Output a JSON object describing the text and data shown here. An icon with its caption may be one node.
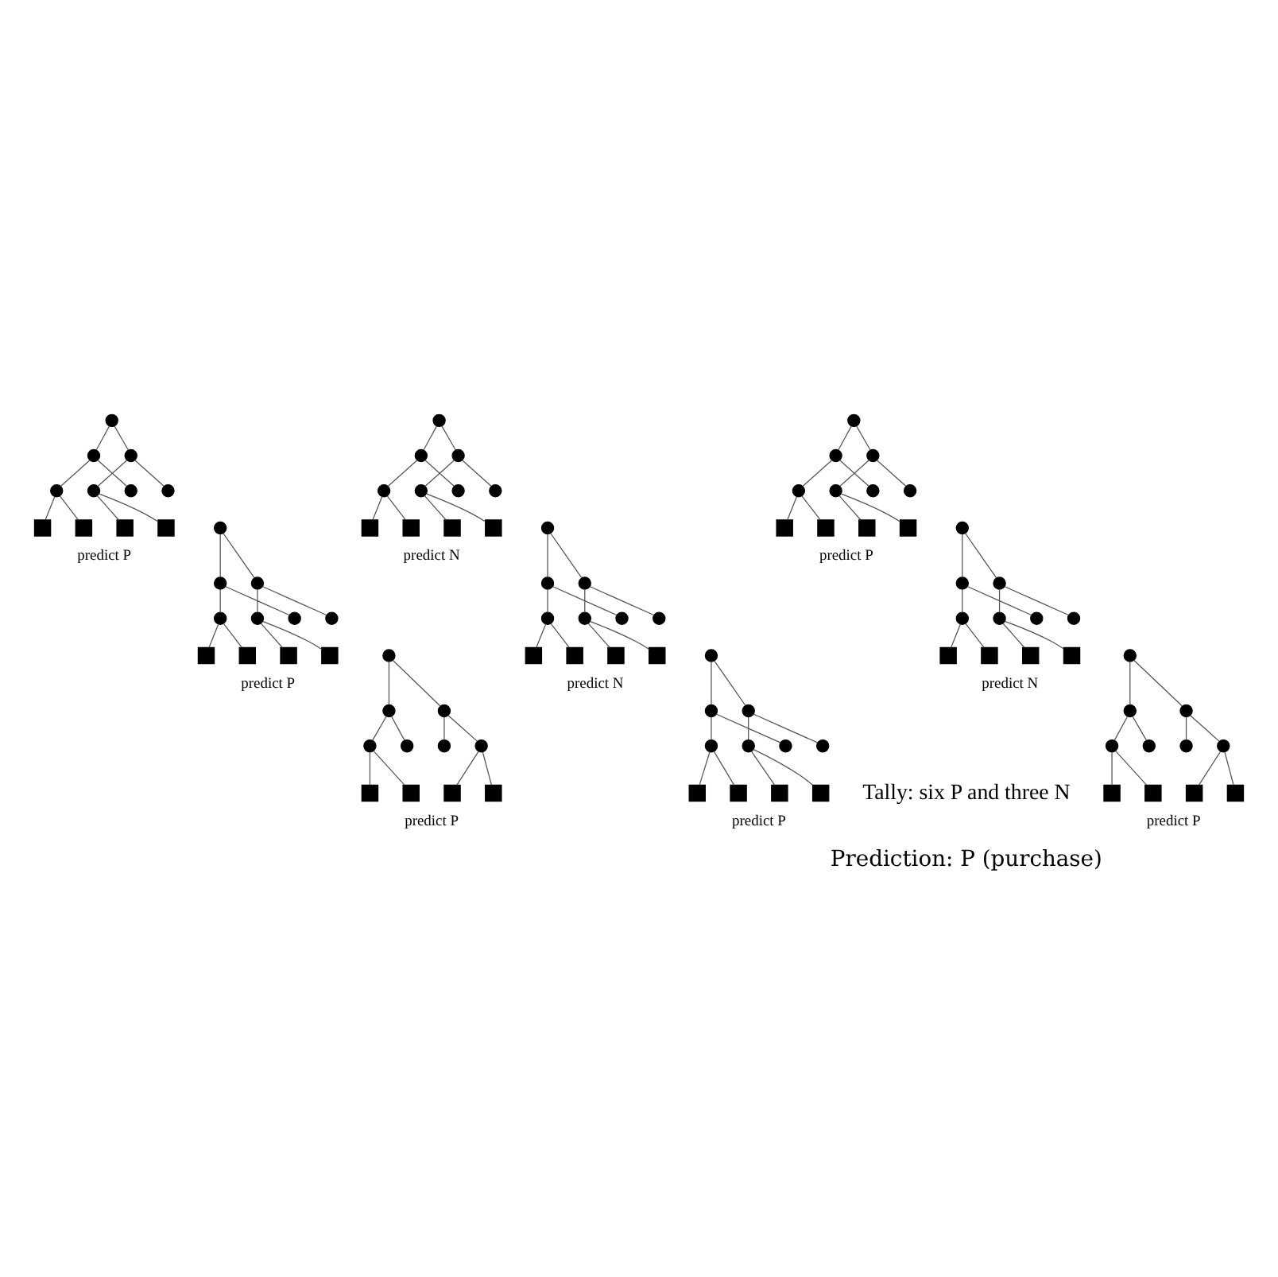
{
  "diagram": {
    "nodes": [
      {
        "text": [],
        "shape": "circle"
      },
      {
        "text": [],
        "shape": "circle"
      },
      {
        "text": [],
        "shape": "circle"
      },
      {
        "text": [],
        "shape": "circle"
      },
      {
        "text": [],
        "shape": "circle"
      },
      {
        "text": [],
        "shape": "circle"
      },
      {
        "text": [],
        "shape": "circle"
      },
      {
        "text": [],
        "shape": "box"
      },
      {
        "text": [],
        "shape": "box"
      },
      {
        "text": [],
        "shape": "box"
      },
      {
        "text": [],
        "shape": "box"
      },
      {
        "text": [],
        "shape": "circle"
      },
      {
        "text": [],
        "shape": "circle"
      },
      {
        "text": [],
        "shape": "circle"
      },
      {
        "text": [],
        "shape": "circle"
      },
      {
        "text": [],
        "shape": "circle"
      },
      {
        "text": [],
        "shape": "circle"
      },
      {
        "text": [],
        "shape": "circle"
      },
      {
        "text": [],
        "shape": "box"
      },
      {
        "text": [],
        "shape": "box"
      },
      {
        "text": [],
        "shape": "box"
      },
      {
        "text": [],
        "shape": "box"
      },
      {
        "text": [],
        "shape": "circle"
      },
      {
        "text": [],
        "shape": "circle"
      },
      {
        "text": [],
        "shape": "circle"
      },
      {
        "text": [],
        "shape": "circle"
      },
      {
        "text": [],
        "shape": "circle"
      },
      {
        "text": [],
        "shape": "circle"
      },
      {
        "text": [],
        "shape": "circle"
      },
      {
        "text": [],
        "shape": "box"
      },
      {
        "text": [],
        "shape": "box"
      },
      {
        "text": [],
        "shape": "box"
      },
      {
        "text": [],
        "shape": "box"
      },
      {
        "text": [],
        "shape": "circle"
      },
      {
        "text": [],
        "shape": "circle"
      },
      {
        "text": [],
        "shape": "circle"
      },
      {
        "text": [],
        "shape": "circle"
      },
      {
        "text": [],
        "shape": "circle"
      },
      {
        "text": [],
        "shape": "circle"
      },
      {
        "text": [],
        "shape": "circle"
      },
      {
        "text": [],
        "shape": "box"
      },
      {
        "text": [],
        "shape": "box"
      },
      {
        "text": [],
        "shape": "box"
      },
      {
        "text": [],
        "shape": "box"
      },
      {
        "text": [],
        "shape": "circle"
      },
      {
        "text": [],
        "shape": "circle"
      },
      {
        "text": [],
        "shape": "circle"
      },
      {
        "text": [],
        "shape": "circle"
      },
      {
        "text": [],
        "shape": "circle"
      },
      {
        "text": [],
        "shape": "circle"
      },
      {
        "text": [],
        "shape": "circle"
      },
      {
        "text": [],
        "shape": "box"
      },
      {
        "text": [],
        "shape": "box"
      },
      {
        "text": [],
        "shape": "box"
      },
      {
        "text": [],
        "shape": "box"
      },
      {
        "text": [],
        "shape": "circle"
      },
      {
        "text": [],
        "shape": "circle"
      },
      {
        "text": [],
        "shape": "circle"
      },
      {
        "text": [],
        "shape": "circle"
      },
      {
        "text": [],
        "shape": "circle"
      },
      {
        "text": [],
        "shape": "circle"
      },
      {
        "text": [],
        "shape": "circle"
      },
      {
        "text": [],
        "shape": "box"
      },
      {
        "text": [],
        "shape": "box"
      },
      {
        "text": [],
        "shape": "box"
      },
      {
        "text": [],
        "shape": "box"
      },
      {
        "text": [],
        "shape": "circle"
      },
      {
        "text": [],
        "shape": "circle"
      },
      {
        "text": [],
        "shape": "circle"
      },
      {
        "text": [],
        "shape": "circle"
      },
      {
        "text": [],
        "shape": "circle"
      },
      {
        "text": [],
        "shape": "circle"
      },
      {
        "text": [],
        "shape": "circle"
      },
      {
        "text": [],
        "shape": "box"
      },
      {
        "text": [],
        "shape": "box"
      },
      {
        "text": [],
        "shape": "box"
      },
      {
        "text": [],
        "shape": "box"
      },
      {
        "text": [],
        "shape": "circle"
      },
      {
        "text": [],
        "shape": "circle"
      },
      {
        "text": [],
        "shape": "circle"
      },
      {
        "text": [],
        "shape": "circle"
      },
      {
        "text": [],
        "shape": "circle"
      },
      {
        "text": [],
        "shape": "circle"
      },
      {
        "text": [],
        "shape": "circle"
      },
      {
        "text": [],
        "shape": "box"
      },
      {
        "text": [],
        "shape": "box"
      },
      {
        "text": [],
        "shape": "box"
      },
      {
        "text": [],
        "shape": "box"
      },
      {
        "text": [],
        "shape": "circle"
      },
      {
        "text": [],
        "shape": "circle"
      },
      {
        "text": [],
        "shape": "circle"
      },
      {
        "text": [],
        "shape": "circle"
      },
      {
        "text": [],
        "shape": "circle"
      },
      {
        "text": [],
        "shape": "circle"
      },
      {
        "text": [],
        "shape": "circle"
      },
      {
        "text": [],
        "shape": "box"
      },
      {
        "text": [],
        "shape": "box"
      },
      {
        "text": [],
        "shape": "box"
      },
      {
        "text": [],
        "shape": "box"
      }
    ],
    "edges": [
      {
        "from": 0,
        "to": 1,
        "arrow": "none"
      },
      {
        "from": 0,
        "to": 2,
        "arrow": "none"
      },
      {
        "from": 1,
        "to": 3,
        "arrow": "none"
      },
      {
        "from": 1,
        "to": 4,
        "arrow": "none"
      },
      {
        "from": 2,
        "to": 5,
        "arrow": "none"
      },
      {
        "from": 2,
        "to": 6,
        "arrow": "none"
      },
      {
        "from": 3,
        "to": 7,
        "arrow": "none"
      },
      {
        "from": 3,
        "to": 8,
        "arrow": "none"
      },
      {
        "from": 6,
        "to": 9,
        "arrow": "none"
      },
      {
        "from": 6,
        "to": 10,
        "arrow": "none"
      },
      {
        "from": 11,
        "to": 12,
        "arrow": "none"
      },
      {
        "from": 11,
        "to": 13,
        "arrow": "none"
      },
      {
        "from": 12,
        "to": 14,
        "arrow": "none"
      },
      {
        "from": 12,
        "to": 15,
        "arrow": "none"
      },
      {
        "from": 13,
        "to": 16,
        "arrow": "none"
      },
      {
        "from": 13,
        "to": 17,
        "arrow": "none"
      },
      {
        "from": 14,
        "to": 18,
        "arrow": "none"
      },
      {
        "from": 14,
        "to": 19,
        "arrow": "none"
      },
      {
        "from": 17,
        "to": 20,
        "arrow": "none"
      },
      {
        "from": 17,
        "to": 21,
        "arrow": "none"
      },
      {
        "from": 22,
        "to": 23,
        "arrow": "none"
      },
      {
        "from": 22,
        "to": 24,
        "arrow": "none"
      },
      {
        "from": 23,
        "to": 25,
        "arrow": "none"
      },
      {
        "from": 23,
        "to": 26,
        "arrow": "none"
      },
      {
        "from": 24,
        "to": 27,
        "arrow": "none"
      },
      {
        "from": 24,
        "to": 28,
        "arrow": "none"
      },
      {
        "from": 25,
        "to": 29,
        "arrow": "none"
      },
      {
        "from": 25,
        "to": 30,
        "arrow": "none"
      },
      {
        "from": 28,
        "to": 31,
        "arrow": "none"
      },
      {
        "from": 28,
        "to": 32,
        "arrow": "none"
      },
      {
        "from": 33,
        "to": 34,
        "arrow": "none"
      },
      {
        "from": 33,
        "to": 35,
        "arrow": "none"
      },
      {
        "from": 34,
        "to": 36,
        "arrow": "none"
      },
      {
        "from": 34,
        "to": 37,
        "arrow": "none"
      },
      {
        "from": 35,
        "to": 38,
        "arrow": "none"
      },
      {
        "from": 35,
        "to": 39,
        "arrow": "none"
      },
      {
        "from": 36,
        "to": 40,
        "arrow": "none"
      },
      {
        "from": 36,
        "to": 41,
        "arrow": "none"
      },
      {
        "from": 39,
        "to": 42,
        "arrow": "none"
      },
      {
        "from": 39,
        "to": 43,
        "arrow": "none"
      },
      {
        "from": 44,
        "to": 45,
        "arrow": "none"
      },
      {
        "from": 44,
        "to": 46,
        "arrow": "none"
      },
      {
        "from": 45,
        "to": 47,
        "arrow": "none"
      },
      {
        "from": 45,
        "to": 48,
        "arrow": "none"
      },
      {
        "from": 46,
        "to": 49,
        "arrow": "none"
      },
      {
        "from": 46,
        "to": 50,
        "arrow": "none"
      },
      {
        "from": 47,
        "to": 51,
        "arrow": "none"
      },
      {
        "from": 47,
        "to": 52,
        "arrow": "none"
      },
      {
        "from": 50,
        "to": 53,
        "arrow": "none"
      },
      {
        "from": 50,
        "to": 54,
        "arrow": "none"
      },
      {
        "from": 55,
        "to": 56,
        "arrow": "none"
      },
      {
        "from": 55,
        "to": 57,
        "arrow": "none"
      },
      {
        "from": 56,
        "to": 58,
        "arrow": "none"
      },
      {
        "from": 56,
        "to": 59,
        "arrow": "none"
      },
      {
        "from": 57,
        "to": 60,
        "arrow": "none"
      },
      {
        "from": 57,
        "to": 61,
        "arrow": "none"
      },
      {
        "from": 58,
        "to": 62,
        "arrow": "none"
      },
      {
        "from": 58,
        "to": 63,
        "arrow": "none"
      },
      {
        "from": 61,
        "to": 64,
        "arrow": "none"
      },
      {
        "from": 61,
        "to": 65,
        "arrow": "none"
      },
      {
        "from": 66,
        "to": 67,
        "arrow": "none"
      },
      {
        "from": 66,
        "to": 68,
        "arrow": "none"
      },
      {
        "from": 67,
        "to": 69,
        "arrow": "none"
      },
      {
        "from": 67,
        "to": 70,
        "arrow": "none"
      },
      {
        "from": 68,
        "to": 71,
        "arrow": "none"
      },
      {
        "from": 68,
        "to": 72,
        "arrow": "none"
      },
      {
        "from": 69,
        "to": 73,
        "arrow": "none"
      },
      {
        "from": 69,
        "to": 74,
        "arrow": "none"
      },
      {
        "from": 72,
        "to": 75,
        "arrow": "none"
      },
      {
        "from": 72,
        "to": 76,
        "arrow": "none"
      },
      {
        "from": 77,
        "to": 78,
        "arrow": "none"
      },
      {
        "from": 77,
        "to": 79,
        "arrow": "none"
      },
      {
        "from": 78,
        "to": 80,
        "arrow": "none"
      },
      {
        "from": 78,
        "to": 81,
        "arrow": "none"
      },
      {
        "from": 79,
        "to": 82,
        "arrow": "none"
      },
      {
        "from": 79,
        "to": 83,
        "arrow": "none"
      },
      {
        "from": 80,
        "to": 84,
        "arrow": "none"
      },
      {
        "from": 80,
        "to": 85,
        "arrow": "none"
      },
      {
        "from": 83,
        "to": 86,
        "arrow": "none"
      },
      {
        "from": 83,
        "to": 87,
        "arrow": "none"
      },
      {
        "from": 88,
        "to": 89,
        "arrow": "none"
      },
      {
        "from": 88,
        "to": 90,
        "arrow": "none"
      },
      {
        "from": 89,
        "to": 91,
        "arrow": "none"
      },
      {
        "from": 89,
        "to": 92,
        "arrow": "none"
      },
      {
        "from": 90,
        "to": 93,
        "arrow": "none"
      },
      {
        "from": 90,
        "to": 94,
        "arrow": "none"
      },
      {
        "from": 91,
        "to": 95,
        "arrow": "none"
      },
      {
        "from": 91,
        "to": 96,
        "arrow": "none"
      },
      {
        "from": 94,
        "to": 97,
        "arrow": "none"
      },
      {
        "from": 94,
        "to": 98,
        "arrow": "none"
      }
    ],
    "labels": [
      "predict P",
      "predict N",
      "predict P",
      "predict P",
      "predict N",
      "predict N",
      "predict P",
      "predict P",
      "predict P",
      "Tally: six P and three N",
      "Prediction: P (purchase)"
    ]
  }
}
